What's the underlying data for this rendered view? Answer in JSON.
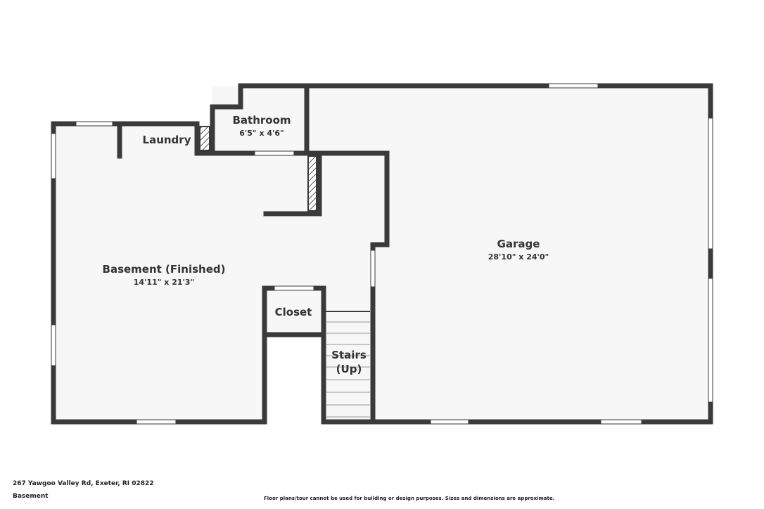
{
  "rooms": {
    "bathroom": {
      "name": "Bathroom",
      "dims": "6'5\" x 4'6\""
    },
    "laundry": {
      "name": "Laundry"
    },
    "garage": {
      "name": "Garage",
      "dims": "28'10\" x 24'0\""
    },
    "basement": {
      "name": "Basement (Finished)",
      "dims": "14'11\" x 21'3\""
    },
    "closet": {
      "name": "Closet"
    },
    "stairs": {
      "name_line1": "Stairs",
      "name_line2": "(Up)"
    }
  },
  "footer": {
    "address": "267 Yawgoo Valley Rd, Exeter, RI 02822",
    "level": "Basement",
    "disclaimer": "Floor plans/tour cannot be used for building or design purposes. Sizes and dimensions are approximate."
  },
  "colors": {
    "wall": "#3a3a3a",
    "floor": "#f7f7f7",
    "window": "#ffffff"
  }
}
